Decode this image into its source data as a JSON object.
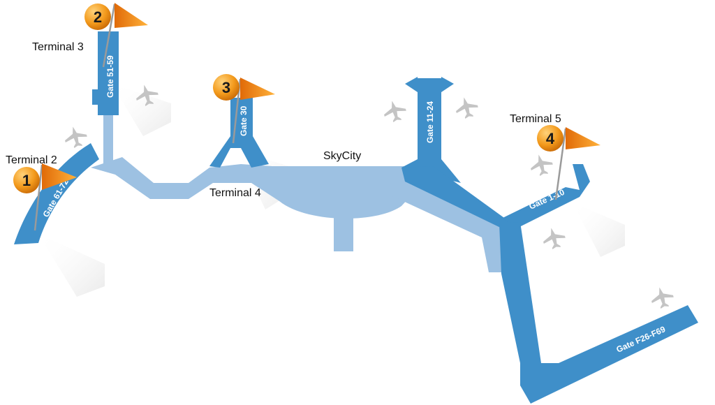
{
  "colors": {
    "concourse": "#3f8fc9",
    "walkway": "#9dc1e2",
    "plane": "#c4c4c4",
    "flag": "#f08a12",
    "marker": "#f39a1c",
    "text": "#111111"
  },
  "terminals": {
    "t2": "Terminal 2",
    "t3": "Terminal 3",
    "t4": "Terminal 4",
    "t5": "Terminal 5",
    "skycity": "SkyCity"
  },
  "gates": {
    "g61": "Gate 61-72",
    "g51": "Gate 51-59",
    "g30": "Gate 30",
    "g11": "Gate 11-24",
    "g1": "Gate 1-10",
    "gf": "Gate F26-F69"
  },
  "markers": [
    {
      "number": "1",
      "icon": "flag-icon"
    },
    {
      "number": "2",
      "icon": "flag-icon"
    },
    {
      "number": "3",
      "icon": "flag-icon"
    },
    {
      "number": "4",
      "icon": "flag-icon"
    }
  ],
  "icons": [
    "airplane-icon",
    "flag-icon"
  ]
}
